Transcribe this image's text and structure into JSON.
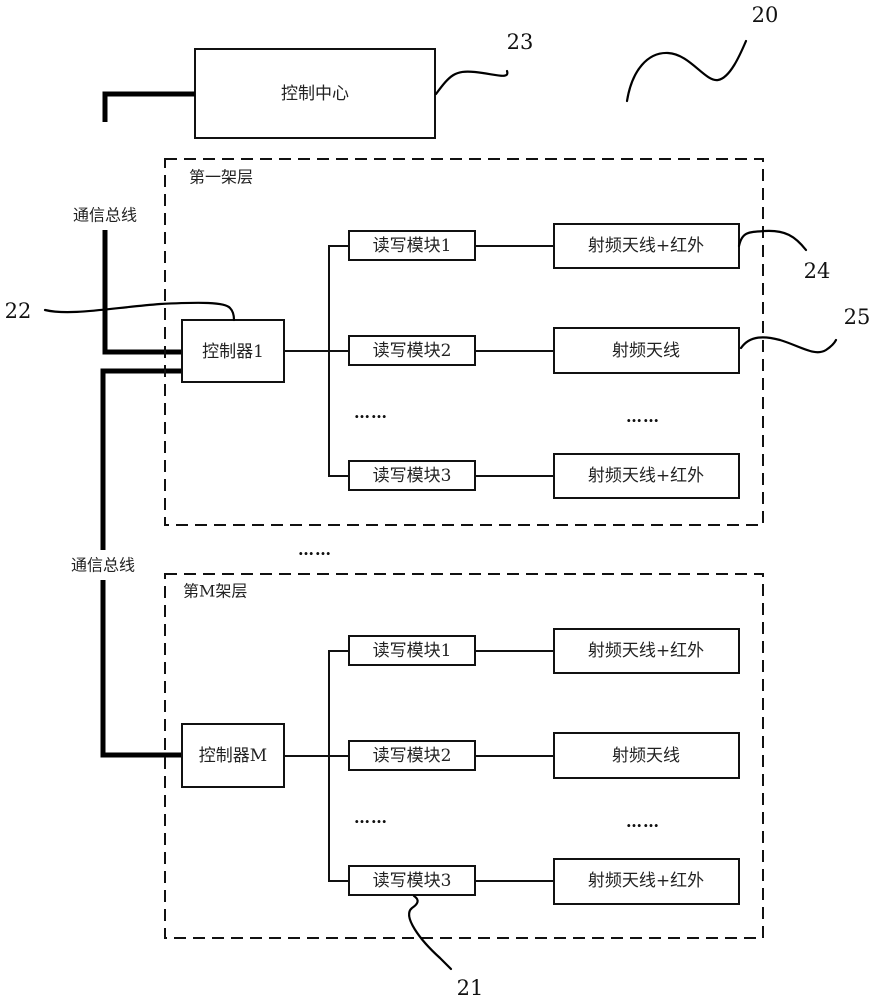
{
  "diagram": {
    "control_center": {
      "label": "控制中心",
      "ref": "23"
    },
    "system_ref": "20",
    "bus_labels": [
      "通信总线",
      "通信总线"
    ],
    "between_shelves_ellipsis": "……",
    "shelves": [
      {
        "title": "第一架层",
        "controller": {
          "label": "控制器1",
          "ref": "22"
        },
        "modules": [
          {
            "label": "读写模块1",
            "antenna": "射频天线+红外",
            "antenna_ref": "24"
          },
          {
            "label": "读写模块2",
            "antenna": "射频天线",
            "antenna_ref": "25"
          },
          {
            "label": "读写模块3",
            "antenna": "射频天线+红外"
          }
        ],
        "module_ellipsis": "……",
        "antenna_ellipsis": "……"
      },
      {
        "title": "第M架层",
        "controller": {
          "label": "控制器M"
        },
        "modules": [
          {
            "label": "读写模块1",
            "antenna": "射频天线+红外"
          },
          {
            "label": "读写模块2",
            "antenna": "射频天线"
          },
          {
            "label": "读写模块3",
            "antenna": "射频天线+红外",
            "module_ref": "21"
          }
        ],
        "module_ellipsis": "……",
        "antenna_ellipsis": "……"
      }
    ]
  }
}
